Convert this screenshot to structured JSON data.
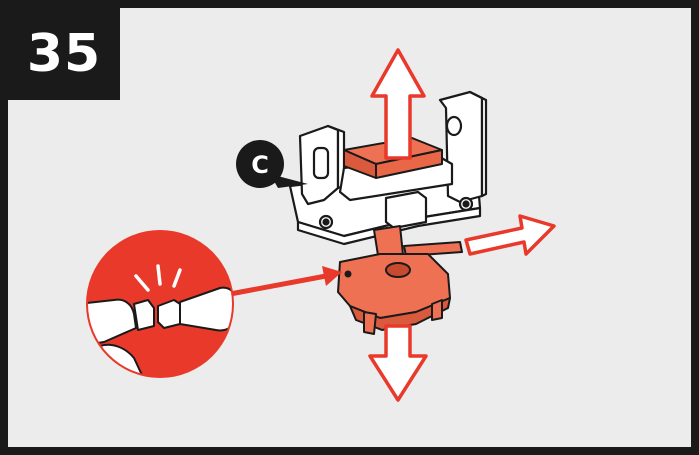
{
  "step": {
    "number": "35"
  },
  "callout": {
    "letter": "C"
  },
  "colors": {
    "accent_red": "#e8392b",
    "part_orange": "#ef7153",
    "frame_black": "#1a1a1a",
    "background": "#ececec"
  },
  "icons": [
    "pull-up-arrow",
    "pull-down-arrow",
    "pull-right-arrow",
    "screwdriver-tap-icon"
  ]
}
